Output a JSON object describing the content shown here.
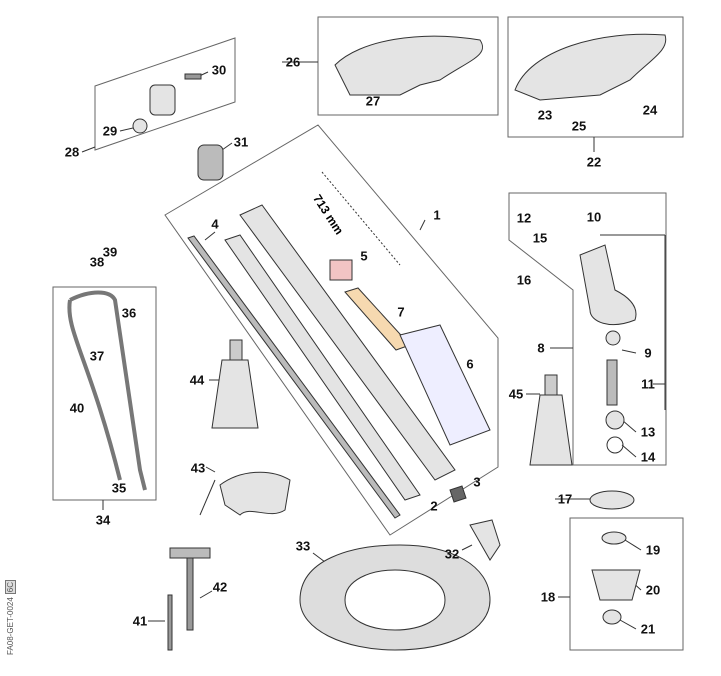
{
  "diagram": {
    "dimension_label": "713 mm",
    "drawing_code": "FA08-GET-0024",
    "drawing_code_box": "6C",
    "part_labels": [
      "1",
      "2",
      "3",
      "4",
      "5",
      "6",
      "7",
      "8",
      "9",
      "10",
      "11",
      "12",
      "13",
      "14",
      "15",
      "16",
      "17",
      "18",
      "19",
      "20",
      "21",
      "22",
      "23",
      "24",
      "25",
      "26",
      "27",
      "28",
      "29",
      "30",
      "31",
      "32",
      "33",
      "34",
      "35",
      "36",
      "37",
      "38",
      "39",
      "40",
      "41",
      "42",
      "43",
      "44",
      "45"
    ]
  }
}
